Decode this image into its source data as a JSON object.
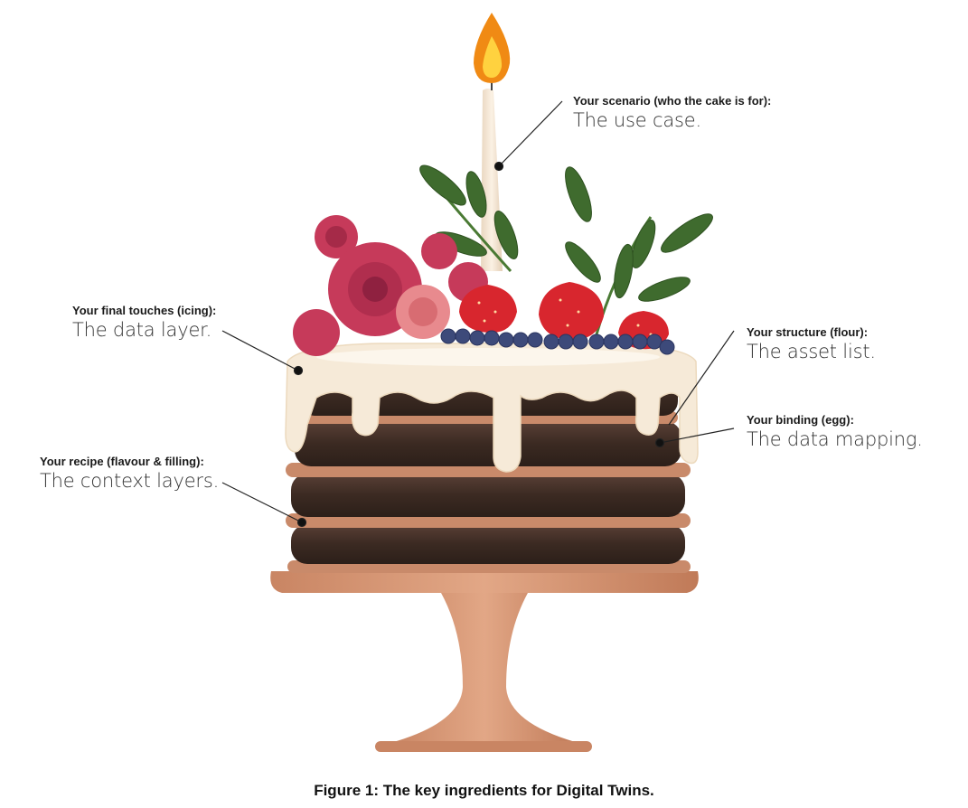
{
  "callouts": {
    "scenario": {
      "heading": "Your scenario (who the cake is for):",
      "detail": "The use case."
    },
    "final_touches": {
      "heading": "Your final touches (icing):",
      "detail": "The data layer."
    },
    "structure": {
      "heading": "Your structure (flour):",
      "detail": "The asset list."
    },
    "binding": {
      "heading": "Your binding (egg):",
      "detail": "The data mapping."
    },
    "recipe": {
      "heading": "Your recipe (flavour & filling):",
      "detail": "The context layers."
    }
  },
  "caption": "Figure 1: The key ingredients for Digital Twins.",
  "colors": {
    "sponge_dark": "#3b2a22",
    "sponge_mid": "#5a4036",
    "filling": "#c98a6a",
    "icing": "#f6ead8",
    "stand": "#d49574",
    "rose": "#c63a5a",
    "strawberry": "#d8262e",
    "leaf": "#3f6b2e",
    "candle": "#f3e4d0",
    "flame": "#f5a623"
  },
  "icons": [
    "candle-icon",
    "flame-icon",
    "rose-icon",
    "strawberry-icon",
    "leaf-icon",
    "blueberry-icon",
    "cake-stand-icon"
  ]
}
